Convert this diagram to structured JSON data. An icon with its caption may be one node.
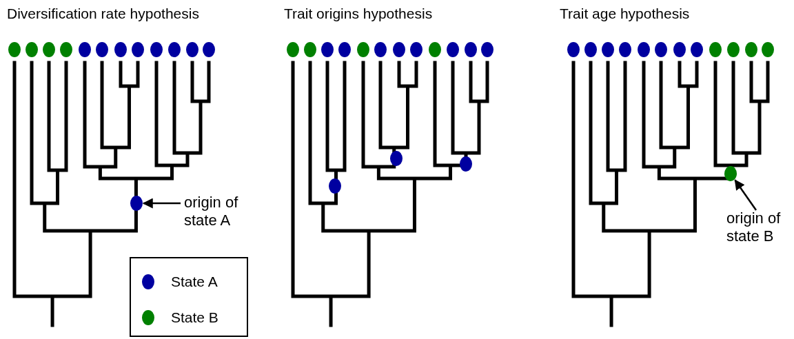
{
  "diagram": {
    "nodes": [
      {
        "text": [
          "origin of state A"
        ]
      },
      {
        "text": [],
        "shape": "circle"
      },
      {
        "text": [
          "origin of state B"
        ]
      },
      {
        "text": [],
        "shape": "circle"
      }
    ],
    "edges": [
      {
        "from": 0,
        "to": 1,
        "arrow": "to"
      },
      {
        "from": 2,
        "to": 3,
        "arrow": "to"
      }
    ],
    "labels": [
      "Diversification rate hypothesis",
      "Trait origins hypothesis",
      "Trait age hypothesis"
    ],
    "legend": [
      {
        "text": "State A",
        "color": "#0000a0"
      },
      {
        "text": "State B",
        "color": "#008000"
      }
    ]
  }
}
